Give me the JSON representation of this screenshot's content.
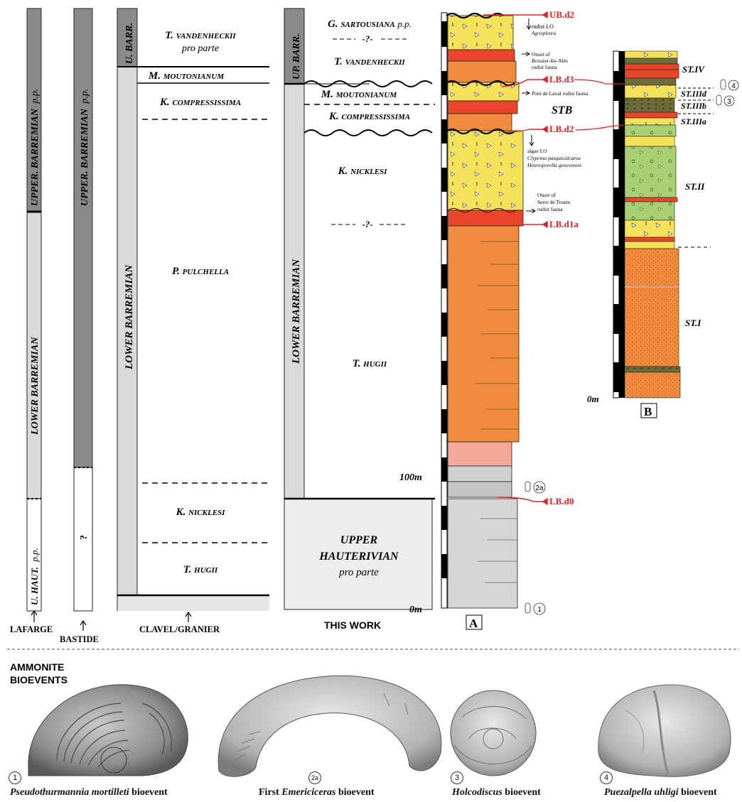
{
  "columns": {
    "lafarge": {
      "upper": "UPPER. BARREMIAN",
      "upper_suffix": "p.p.",
      "lower": "LOWER BARREMIAN",
      "haut": "U. HAUT.",
      "haut_suffix": "p.p.",
      "source": "LAFARGE"
    },
    "bastide": {
      "upper": "UPPER. BARREMIAN",
      "upper_suffix": "p.p.",
      "unknown": "?",
      "source": "BASTIDE"
    },
    "clavel": {
      "u_barr": "U. BARR.",
      "lower": "LOWER BARREMIAN",
      "source": "CLAVEL/GRANIER",
      "zones": [
        {
          "genus": "T.",
          "species": "VANDENHECKII",
          "extra": "pro parte"
        },
        {
          "genus": "M.",
          "species": "MOUTONIANUM"
        },
        {
          "genus": "K.",
          "species": "COMPRESSISSIMA"
        },
        {
          "genus": "P.",
          "species": "PULCHELLA"
        },
        {
          "genus": "K.",
          "species": "NICKLESI"
        },
        {
          "genus": "T.",
          "species": "HUGII"
        }
      ]
    },
    "this_work": {
      "up_barr": "UP. BARR.",
      "lower": "LOWER BARREMIAN",
      "hauterivian_1": "UPPER",
      "hauterivian_2": "HAUTERIVIAN",
      "hauterivian_3": "pro parte",
      "source": "THIS WORK",
      "zones": [
        {
          "genus": "G.",
          "species": "SARTOUSIANA",
          "extra": "p.p."
        },
        {
          "genus": "T.",
          "species": "VANDENHECKII"
        },
        {
          "genus": "M.",
          "species": "MOUTONIANUM"
        },
        {
          "genus": "K.",
          "species": "COMPRESSISSIMA"
        },
        {
          "genus": "K.",
          "species": "NICKLESI"
        },
        {
          "genus": "T.",
          "species": "HUGII"
        }
      ],
      "uncertain_1": "-?-",
      "uncertain_2": "-?-"
    }
  },
  "section_a": {
    "label": "A",
    "scale_100": "100m",
    "scale_0": "0m",
    "events": {
      "ubd2": "UB.d2",
      "lbd3": "LB.d3",
      "lbd2": "LB.d2",
      "lbd1a": "LB.d1a",
      "lbd0": "LB.d0"
    },
    "annotations": {
      "rudist_lo_1": "rudist LO",
      "rudist_lo_2": "Agriopleura",
      "brouzet_1": "Onset of",
      "brouzet_2": "Brouzet-lès-Alès",
      "brouzet_3": "rudist fauna",
      "pont": "Pont de Laval rudist fauna",
      "stb": "STB",
      "algae_1": "algae LO",
      "algae_2": "Clypeina pasquicalcarea",
      "algae_3": "Heteroporella genevensis",
      "serre_1": "Onset of",
      "serre_2": "Serre de Tourre",
      "serre_3": "rudist fauna"
    }
  },
  "section_b": {
    "label": "B",
    "scale_0": "0m",
    "units": [
      "ST.IV",
      "ST.IIId",
      "ST.IIIb",
      "ST.IIIa",
      "ST.II",
      "ST.I"
    ]
  },
  "ammonites": {
    "heading_1": "AMMONITE",
    "heading_2": "BIOEVENTS",
    "items": [
      {
        "num": "1",
        "name": "Pseudothurmannia mortilleti",
        "suffix": " bioevent",
        "prefix": ""
      },
      {
        "num": "2a",
        "name": "Emericiceras",
        "suffix": " bioevent",
        "prefix": "First "
      },
      {
        "num": "3",
        "name": "Holcodiscus",
        "suffix": " bioevent",
        "prefix": ""
      },
      {
        "num": "4",
        "name": "Puezalpella uhligi",
        "suffix": "  bioevent",
        "prefix": ""
      }
    ]
  },
  "colors": {
    "dark_gray": "#8a8a8a",
    "light_gray": "#d9d9d9",
    "orange": "#f08a3c",
    "red_layer": "#e8452a",
    "yellow": "#f6e15a",
    "salmon": "#f5a89a",
    "green": "#9cc86a",
    "olive": "#6e6b3a",
    "event_red": "#d8262b"
  }
}
